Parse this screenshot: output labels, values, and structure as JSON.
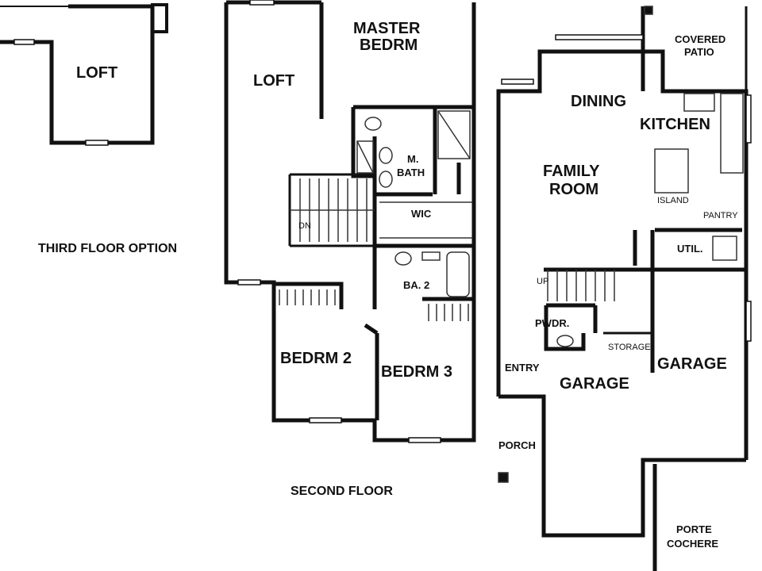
{
  "labels": {
    "third_loft": "LOFT",
    "third_floor_option": "THIRD FLOOR OPTION",
    "loft": "LOFT",
    "master_bedrm_1": "MASTER",
    "master_bedrm_2": "BEDRM",
    "m_bath_1": "M.",
    "m_bath_2": "BATH",
    "wic": "WIC",
    "dn": "DN",
    "ba2": "BA. 2",
    "bedrm2": "BEDRM 2",
    "bedrm3": "BEDRM 3",
    "second_floor": "SECOND FLOOR",
    "covered_patio_1": "COVERED",
    "covered_patio_2": "PATIO",
    "dining": "DINING",
    "kitchen": "KITCHEN",
    "family_room_1": "FAMILY",
    "family_room_2": "ROOM",
    "island": "ISLAND",
    "pantry": "PANTRY",
    "util": "UTIL.",
    "up": "UP",
    "pwdr": "PWDR.",
    "storage": "STORAGE",
    "entry": "ENTRY",
    "garage_left": "GARAGE",
    "garage_right": "GARAGE",
    "porch": "PORCH",
    "porte_cochere_1": "PORTE",
    "porte_cochere_2": "COCHERE"
  },
  "colors": {
    "wall": "#111111",
    "background": "#ffffff",
    "fixture": "#333333"
  }
}
